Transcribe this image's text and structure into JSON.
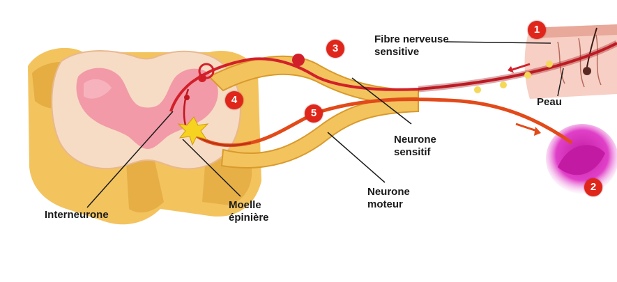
{
  "labels": {
    "fibre_line1": "Fibre nerveuse",
    "fibre_line2": "sensitive",
    "peau": "Peau",
    "neurone_sensitif_line1": "Neurone",
    "neurone_sensitif_line2": "sensitif",
    "neurone_moteur_line1": "Neurone",
    "neurone_moteur_line2": "moteur",
    "moelle_line1": "Moelle",
    "moelle_line2": "épinière",
    "interneurone": "Interneurone"
  },
  "markers": [
    "1",
    "2",
    "3",
    "4",
    "5"
  ],
  "colors": {
    "bone": "#f3c35e",
    "bone_dark": "#d99a2c",
    "cord": "#f6dcc4",
    "grey_matter": "#f29aa8",
    "sensory_nerve": "#d2202a",
    "motor_nerve": "#e24a1a",
    "marker": "#e0261b",
    "skin": "#f7cfc4",
    "muscle": "#e040c8"
  }
}
